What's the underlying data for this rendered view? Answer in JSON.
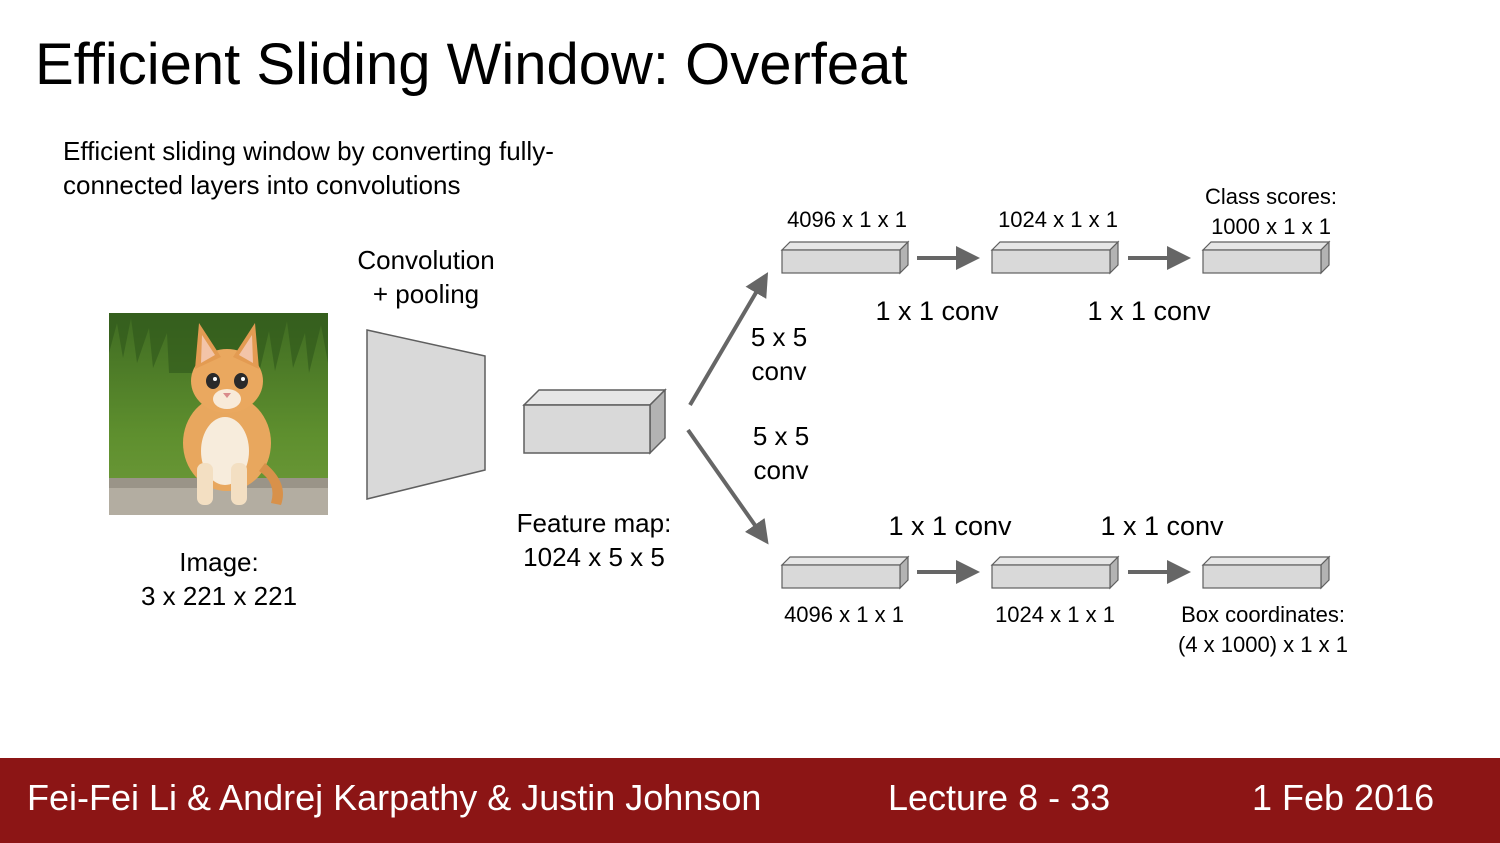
{
  "slide": {
    "title": "Efficient Sliding Window: Overfeat",
    "subtitle_line1": "Efficient sliding window by converting fully-",
    "subtitle_line2": "connected layers into convolutions"
  },
  "diagram": {
    "conv_pool_line1": "Convolution",
    "conv_pool_line2": "+ pooling",
    "image_line1": "Image:",
    "image_line2": "3 x 221 x 221",
    "feature_line1": "Feature map:",
    "feature_line2": "1024 x 5 x 5",
    "top": {
      "branch_line1": "5 x 5",
      "branch_line2": "conv",
      "box1": "4096 x 1 x 1",
      "box2": "1024 x 1 x 1",
      "box3_line1": "Class scores:",
      "box3_line2": "1000 x 1 x 1",
      "op1": "1 x 1 conv",
      "op2": "1 x 1 conv"
    },
    "bottom": {
      "branch_line1": "5 x 5",
      "branch_line2": "conv",
      "box1": "4096 x 1 x 1",
      "box2": "1024 x 1 x 1",
      "box3_line1": "Box coordinates:",
      "box3_line2": "(4 x 1000) x 1 x 1",
      "op1": "1 x 1 conv",
      "op2": "1 x 1 conv"
    },
    "colors": {
      "box_fill": "#d9d9d9",
      "box_side": "#b3b3b3",
      "stroke": "#5f5f5f",
      "arrow": "#666666"
    }
  },
  "footer": {
    "authors": "Fei-Fei Li & Andrej Karpathy & Justin Johnson",
    "lecture": "Lecture 8 - 33",
    "date": "1 Feb 2016",
    "background": "#8c1515"
  }
}
